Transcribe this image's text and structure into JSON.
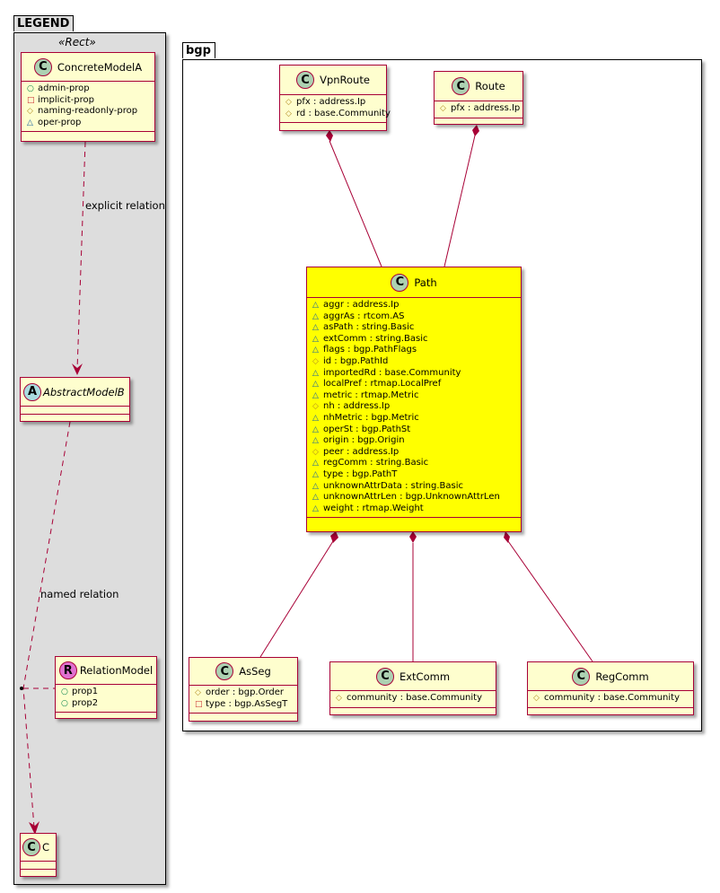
{
  "colors": {
    "border": "#A80036",
    "class_fill": "#FEFECE",
    "highlight_fill": "#FFFF00",
    "legend_fill": "#DDDDDD",
    "badge_class": "#ADD1B2",
    "badge_abstract": "#A9DCDF",
    "badge_relation": "#E070D0"
  },
  "legend": {
    "title": "LEGEND",
    "stereotype": "«Rect»",
    "concrete": {
      "badge": "C",
      "name": "ConcreteModelA",
      "attrs": [
        {
          "vis": "public",
          "icon": "○",
          "text": "admin-prop"
        },
        {
          "vis": "private",
          "icon": "□",
          "text": "implicit-prop"
        },
        {
          "vis": "protected",
          "icon": "◇",
          "text": "naming-readonly-prop"
        },
        {
          "vis": "package",
          "icon": "△",
          "text": "oper-prop"
        }
      ]
    },
    "abstract": {
      "badge": "A",
      "name": "AbstractModelB"
    },
    "relation_model": {
      "badge": "R",
      "name": "RelationModel",
      "attrs": [
        {
          "vis": "public",
          "icon": "○",
          "text": "prop1"
        },
        {
          "vis": "public",
          "icon": "○",
          "text": "prop2"
        }
      ]
    },
    "c": {
      "badge": "C",
      "name": "C"
    },
    "explicit_label": "explicit relation",
    "named_label": "named relation"
  },
  "bgp": {
    "title": "bgp",
    "vpnroute": {
      "badge": "C",
      "name": "VpnRoute",
      "attrs": [
        {
          "vis": "protected",
          "icon": "◇",
          "text": "pfx : address.Ip"
        },
        {
          "vis": "protected",
          "icon": "◇",
          "text": "rd : base.Community"
        }
      ]
    },
    "route": {
      "badge": "C",
      "name": "Route",
      "attrs": [
        {
          "vis": "protected",
          "icon": "◇",
          "text": "pfx : address.Ip"
        }
      ]
    },
    "path": {
      "badge": "C",
      "name": "Path",
      "attrs": [
        {
          "vis": "package",
          "icon": "△",
          "text": "aggr : address.Ip"
        },
        {
          "vis": "package",
          "icon": "△",
          "text": "aggrAs : rtcom.AS"
        },
        {
          "vis": "package",
          "icon": "△",
          "text": "asPath : string.Basic"
        },
        {
          "vis": "package",
          "icon": "△",
          "text": "extComm : string.Basic"
        },
        {
          "vis": "package",
          "icon": "△",
          "text": "flags : bgp.PathFlags"
        },
        {
          "vis": "protected",
          "icon": "◇",
          "text": "id : bgp.PathId"
        },
        {
          "vis": "package",
          "icon": "△",
          "text": "importedRd : base.Community"
        },
        {
          "vis": "package",
          "icon": "△",
          "text": "localPref : rtmap.LocalPref"
        },
        {
          "vis": "package",
          "icon": "△",
          "text": "metric : rtmap.Metric"
        },
        {
          "vis": "protected",
          "icon": "◇",
          "text": "nh : address.Ip"
        },
        {
          "vis": "package",
          "icon": "△",
          "text": "nhMetric : bgp.Metric"
        },
        {
          "vis": "package",
          "icon": "△",
          "text": "operSt : bgp.PathSt"
        },
        {
          "vis": "package",
          "icon": "△",
          "text": "origin : bgp.Origin"
        },
        {
          "vis": "protected",
          "icon": "◇",
          "text": "peer : address.Ip"
        },
        {
          "vis": "package",
          "icon": "△",
          "text": "regComm : string.Basic"
        },
        {
          "vis": "package",
          "icon": "△",
          "text": "type : bgp.PathT"
        },
        {
          "vis": "package",
          "icon": "△",
          "text": "unknownAttrData : string.Basic"
        },
        {
          "vis": "package",
          "icon": "△",
          "text": "unknownAttrLen : bgp.UnknownAttrLen"
        },
        {
          "vis": "package",
          "icon": "△",
          "text": "weight : rtmap.Weight"
        }
      ]
    },
    "asseg": {
      "badge": "C",
      "name": "AsSeg",
      "attrs": [
        {
          "vis": "protected",
          "icon": "◇",
          "text": "order : bgp.Order"
        },
        {
          "vis": "private",
          "icon": "□",
          "text": "type : bgp.AsSegT"
        }
      ]
    },
    "extcomm": {
      "badge": "C",
      "name": "ExtComm",
      "attrs": [
        {
          "vis": "protected",
          "icon": "◇",
          "text": "community : base.Community"
        }
      ]
    },
    "regcomm": {
      "badge": "C",
      "name": "RegComm",
      "attrs": [
        {
          "vis": "protected",
          "icon": "◇",
          "text": "community : base.Community"
        }
      ]
    }
  }
}
